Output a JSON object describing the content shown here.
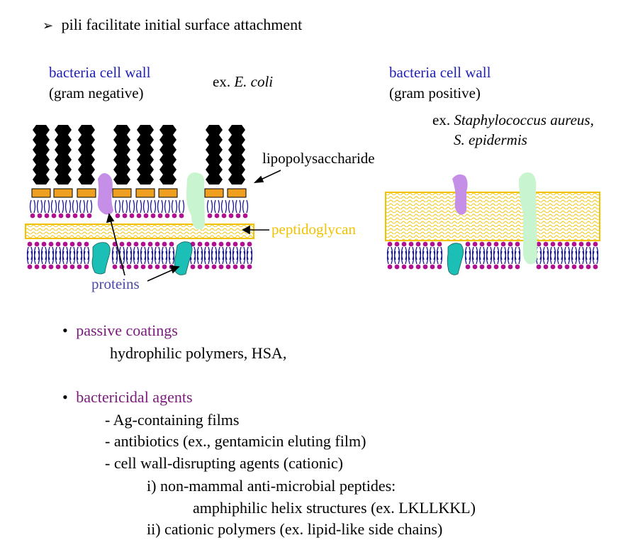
{
  "header": {
    "bullet_glyph": "➢",
    "text": "pili facilitate initial surface attachment"
  },
  "left_panel": {
    "title": "bacteria cell wall",
    "subtitle": "(gram negative)",
    "example_prefix": "ex. ",
    "example_species": "E. coli"
  },
  "right_panel": {
    "title": "bacteria cell wall",
    "subtitle": "(gram positive)",
    "example_prefix": "ex. ",
    "example_species_1": "Staphylococcus aureus,",
    "example_species_2": "S. epidermis"
  },
  "labels": {
    "lipopolysaccharide": "lipopolysaccharide",
    "peptidoglycan": "peptidoglycan",
    "proteins": "proteins"
  },
  "colors": {
    "title_blue": "#1f1fb4",
    "heading_purple": "#7a1a7a",
    "peptidoglycan_yellow": "#f2c200",
    "lipid_head_magenta": "#b0128f",
    "lipid_tail_blue": "#1a1a8c",
    "core_orange": "#f0a020",
    "lavender_protein": "#c58fe8",
    "green_protein": "#c8f5cf",
    "teal_protein": "#1bbfb5"
  },
  "sections": [
    {
      "bullet": "•",
      "heading": "passive coatings",
      "lines": [
        "hydrophilic polymers, HSA,"
      ]
    },
    {
      "bullet": "•",
      "heading": "bactericidal agents",
      "lines": [
        "- Ag-containing films",
        "- antibiotics (ex., gentamicin eluting film)",
        "- cell wall-disrupting agents (cationic)",
        "i) non-mammal anti-microbial peptides:",
        "amphiphilic helix structures (ex. LKLLKKL)",
        "ii) cationic polymers  (ex. lipid-like side chains)"
      ]
    }
  ]
}
